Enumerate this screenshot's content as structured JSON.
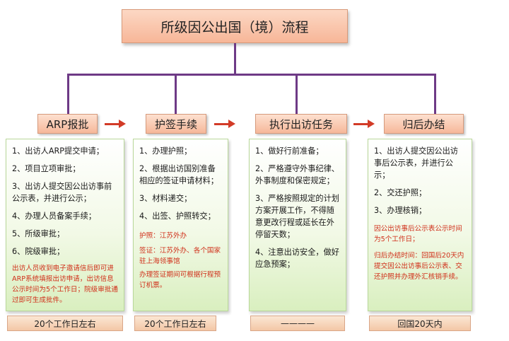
{
  "title": "所级因公出国（境）流程",
  "stages": [
    {
      "label": "ARP报批",
      "steps": [
        "1、出访人ARP提交申请；",
        "2、项目立项审批；",
        "3、出访人提交因公出访事前公示表，并进行公示；",
        "4、办理人员备案手续；",
        "5、所级审批；",
        "6、院级审批；"
      ],
      "notes": [
        "出访人员收到电子邀请信后即可进ARP系统填报出访申请，出访信息公示时间为5个工作日；院级审批通过即可生成批件。"
      ],
      "footer": "20个工作日左右"
    },
    {
      "label": "护签手续",
      "steps": [
        "1、办理护照；",
        "2、根据出访国别准备相应的签证申请材料；",
        "3、材料递交；",
        "4、出签、护照转交；"
      ],
      "notes": [
        "护照：江苏外办",
        "签证：江苏外办、各个国家驻上海领事馆",
        "办理签证期间可根据行程预订机票。"
      ],
      "footer": "20个工作日左右"
    },
    {
      "label": "执行出访任务",
      "steps": [
        "1、做好行前准备；",
        "2、严格遵守外事纪律、外事制度和保密规定；",
        "3、严格按照规定的计划方案开展工作，不得随意更改行程或延长在外停留天数；",
        "4、注意出访安全，做好应急预案；"
      ],
      "notes": [],
      "footer": "————"
    },
    {
      "label": "归后办结",
      "steps": [
        "1、出访人提交因公出访事后公示表，并进行公示；",
        "2、交还护照；",
        "3、办理核销；"
      ],
      "notes": [
        "因公出访事后公示表公示时间为5个工作日；",
        "归后办结时间：回国后20天内提交因公出访事后公示表、交还护照并办理外汇核销手续。"
      ],
      "footer": "回国20天内"
    }
  ]
}
